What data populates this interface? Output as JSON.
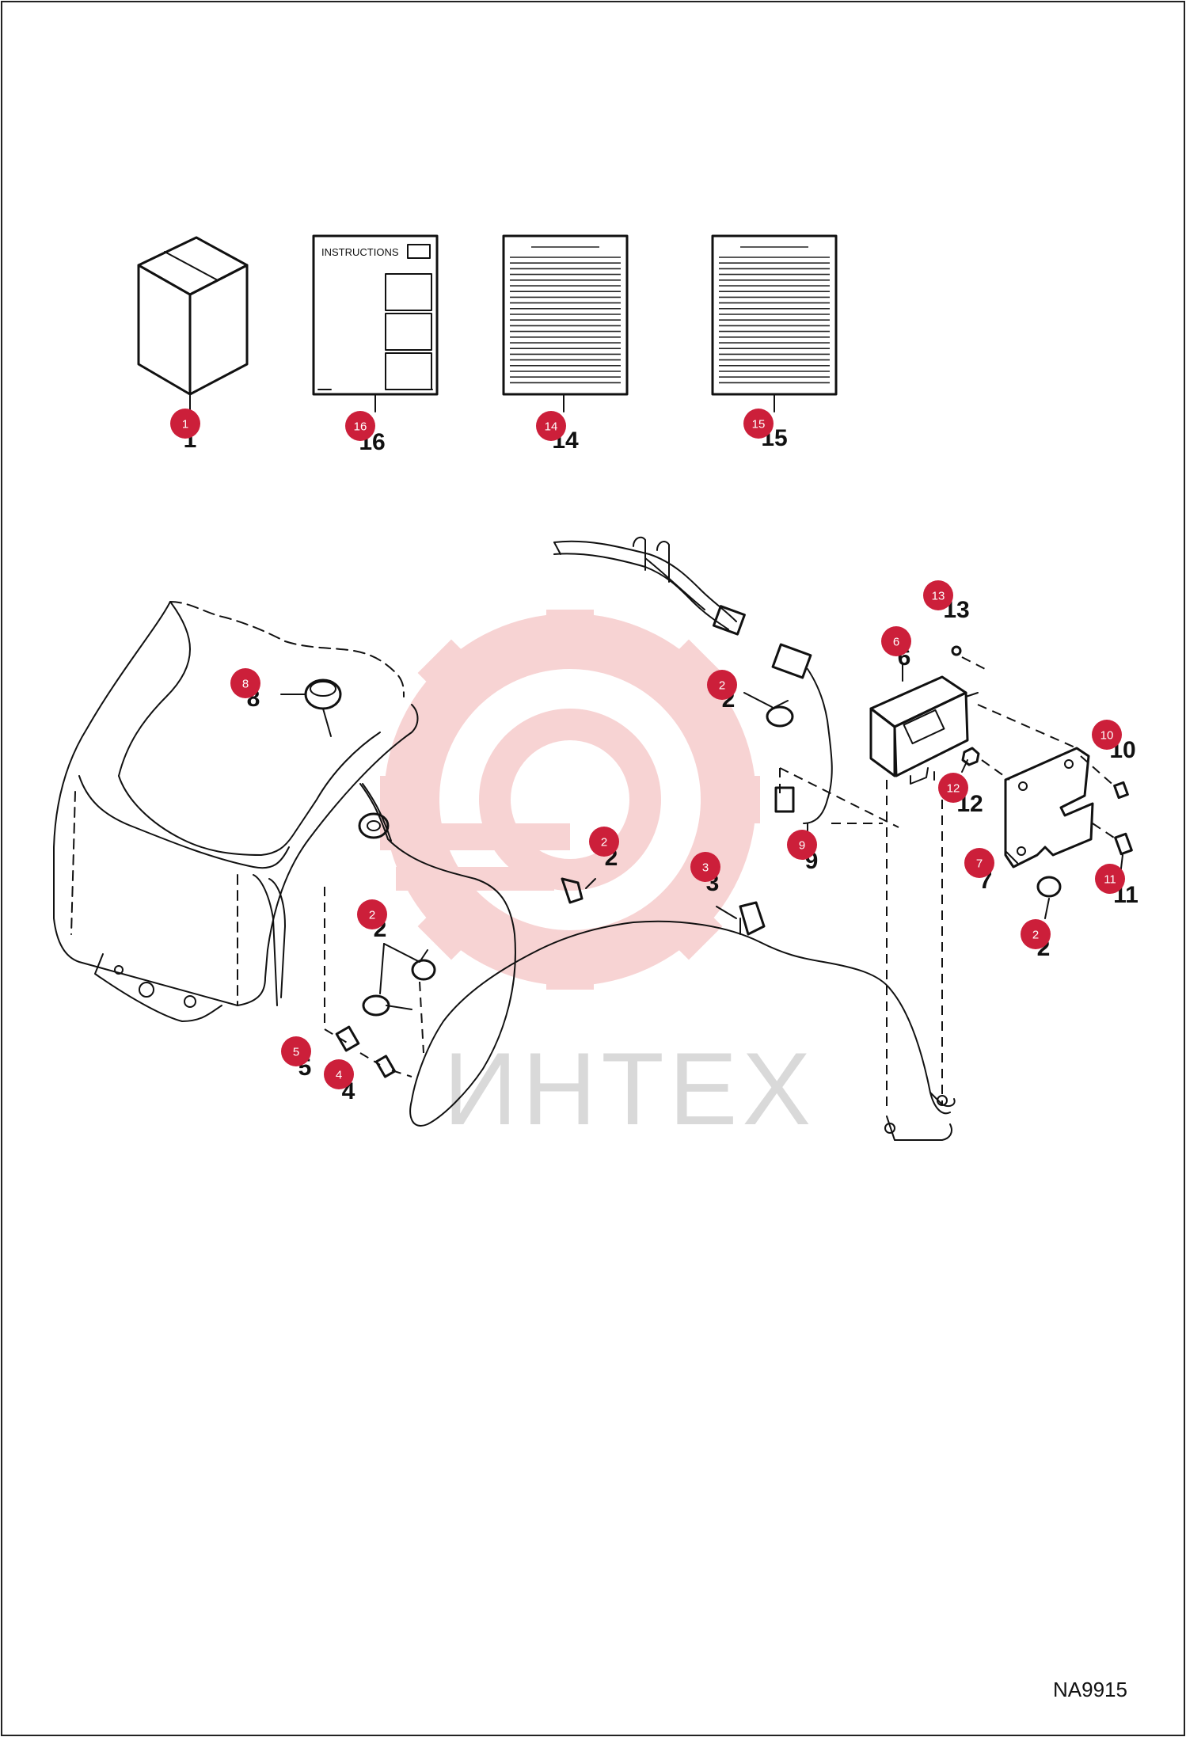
{
  "drawing": {
    "reference": "NA9915",
    "watermark": "ИНТЕХ",
    "instructions_sheet_title": "INSTRUCTIONS"
  },
  "callouts": [
    {
      "id": "c1",
      "badge": "1",
      "printed": "1"
    },
    {
      "id": "c16",
      "badge": "16",
      "printed": "16"
    },
    {
      "id": "c14",
      "badge": "14",
      "printed": "14"
    },
    {
      "id": "c15",
      "badge": "15",
      "printed": "15"
    },
    {
      "id": "c13",
      "badge": "13",
      "printed": "13"
    },
    {
      "id": "c6",
      "badge": "6",
      "printed": "6"
    },
    {
      "id": "c8",
      "badge": "8",
      "printed": "8"
    },
    {
      "id": "c2a",
      "badge": "2",
      "printed": "2"
    },
    {
      "id": "c10",
      "badge": "10",
      "printed": "10"
    },
    {
      "id": "c12",
      "badge": "12",
      "printed": "12"
    },
    {
      "id": "c9",
      "badge": "9",
      "printed": "9"
    },
    {
      "id": "c2b",
      "badge": "2",
      "printed": "2"
    },
    {
      "id": "c3",
      "badge": "3",
      "printed": "3"
    },
    {
      "id": "c7",
      "badge": "7",
      "printed": "7"
    },
    {
      "id": "c11",
      "badge": "11",
      "printed": "11"
    },
    {
      "id": "c2c",
      "badge": "2",
      "printed": "2"
    },
    {
      "id": "c2d",
      "badge": "2",
      "printed": "2"
    },
    {
      "id": "c5",
      "badge": "5",
      "printed": "5"
    },
    {
      "id": "c4",
      "badge": "4",
      "printed": "4"
    }
  ],
  "colors": {
    "badge": "#cc1f3a",
    "line": "#111111",
    "watermark_gear": "#f2b8b8",
    "watermark_text": "#d9d9d9"
  }
}
